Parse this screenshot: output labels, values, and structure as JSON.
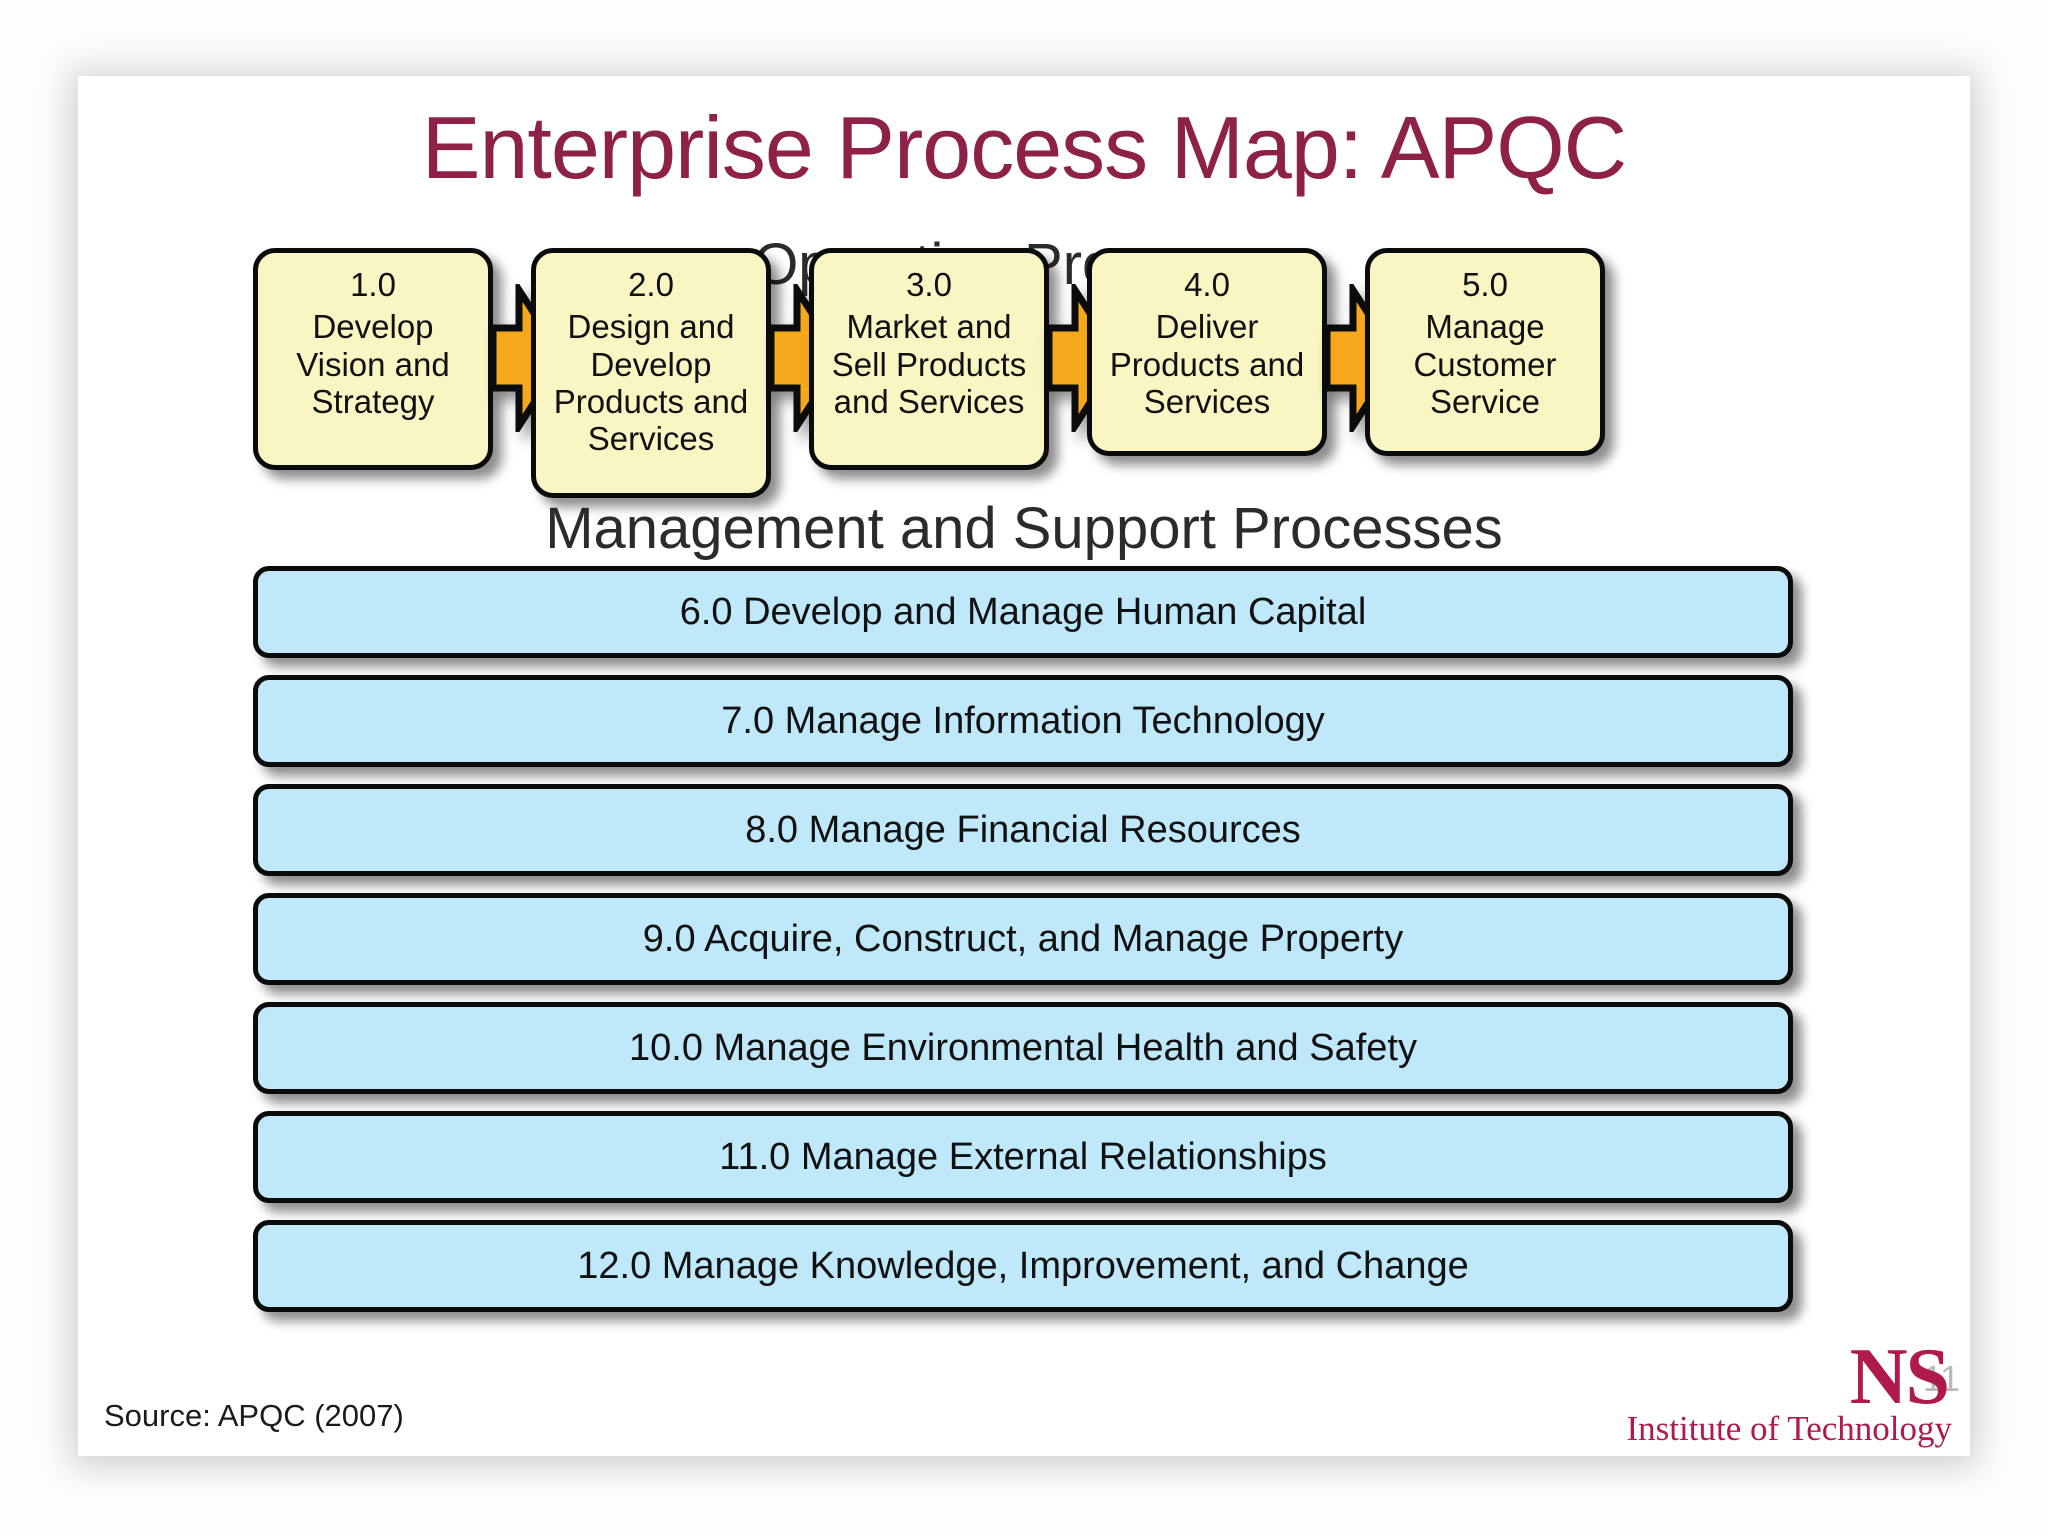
{
  "slide": {
    "title": "Enterprise Process Map: APQC",
    "title_color": "#8E2147",
    "page_number": "11",
    "source_note": "Source: APQC (2007)"
  },
  "sections": {
    "operating_heading": "Operating Processes",
    "support_heading": "Management and Support Processes"
  },
  "operating_processes": [
    {
      "number": "1.0",
      "label": "Develop Vision and Strategy"
    },
    {
      "number": "2.0",
      "label": "Design and Develop Products and Services"
    },
    {
      "number": "3.0",
      "label": "Market and Sell Products and Services"
    },
    {
      "number": "4.0",
      "label": "Deliver Products and Services"
    },
    {
      "number": "5.0",
      "label": "Manage Customer Service"
    }
  ],
  "support_processes": [
    {
      "label": "6.0 Develop and Manage Human Capital"
    },
    {
      "label": "7.0 Manage Information Technology"
    },
    {
      "label": "8.0 Manage Financial Resources"
    },
    {
      "label": "9.0 Acquire, Construct, and Manage Property"
    },
    {
      "label": "10.0 Manage Environmental Health and Safety"
    },
    {
      "label": "11.0 Manage External Relationships"
    },
    {
      "label": "12.0 Manage Knowledge, Improvement, and Change"
    }
  ],
  "logo": {
    "mark": "NS",
    "subtitle": "Institute of Technology",
    "color": "#B01A4B"
  },
  "colors": {
    "process_box_fill": "#FAF6C3",
    "arrow_fill": "#F5A81C",
    "support_bar_fill": "#BFE8FA",
    "outline": "#0b0b0b"
  },
  "icons": {
    "arrow": "right-block-arrow-icon"
  }
}
